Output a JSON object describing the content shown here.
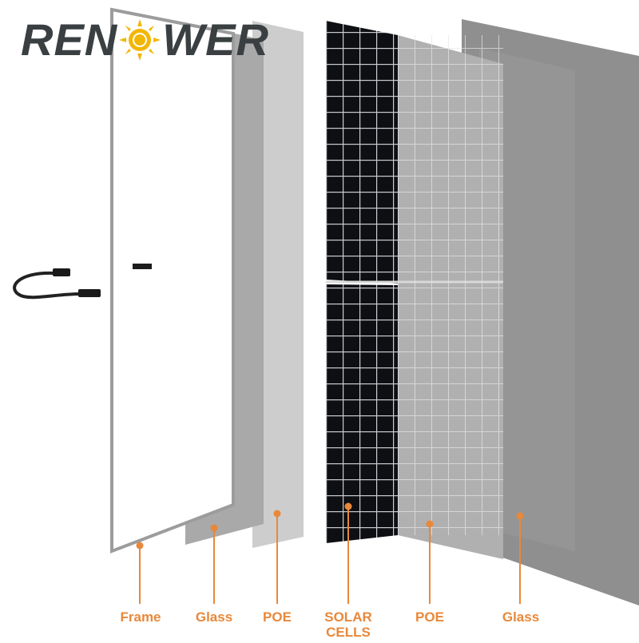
{
  "logo": {
    "part1": "REN",
    "part2": "WER",
    "sun_glyph": "O",
    "text_color": "#3a3f41",
    "sun_color": "#f2b705"
  },
  "accent_color": "#e8883a",
  "layers": [
    {
      "label": "Frame"
    },
    {
      "label": "Glass"
    },
    {
      "label": "POE"
    },
    {
      "label": "SOLAR\nCELLS"
    },
    {
      "label": "POE"
    },
    {
      "label": "Glass"
    }
  ],
  "icons": [
    "junction-cable-icon",
    "sun-logo-icon"
  ]
}
